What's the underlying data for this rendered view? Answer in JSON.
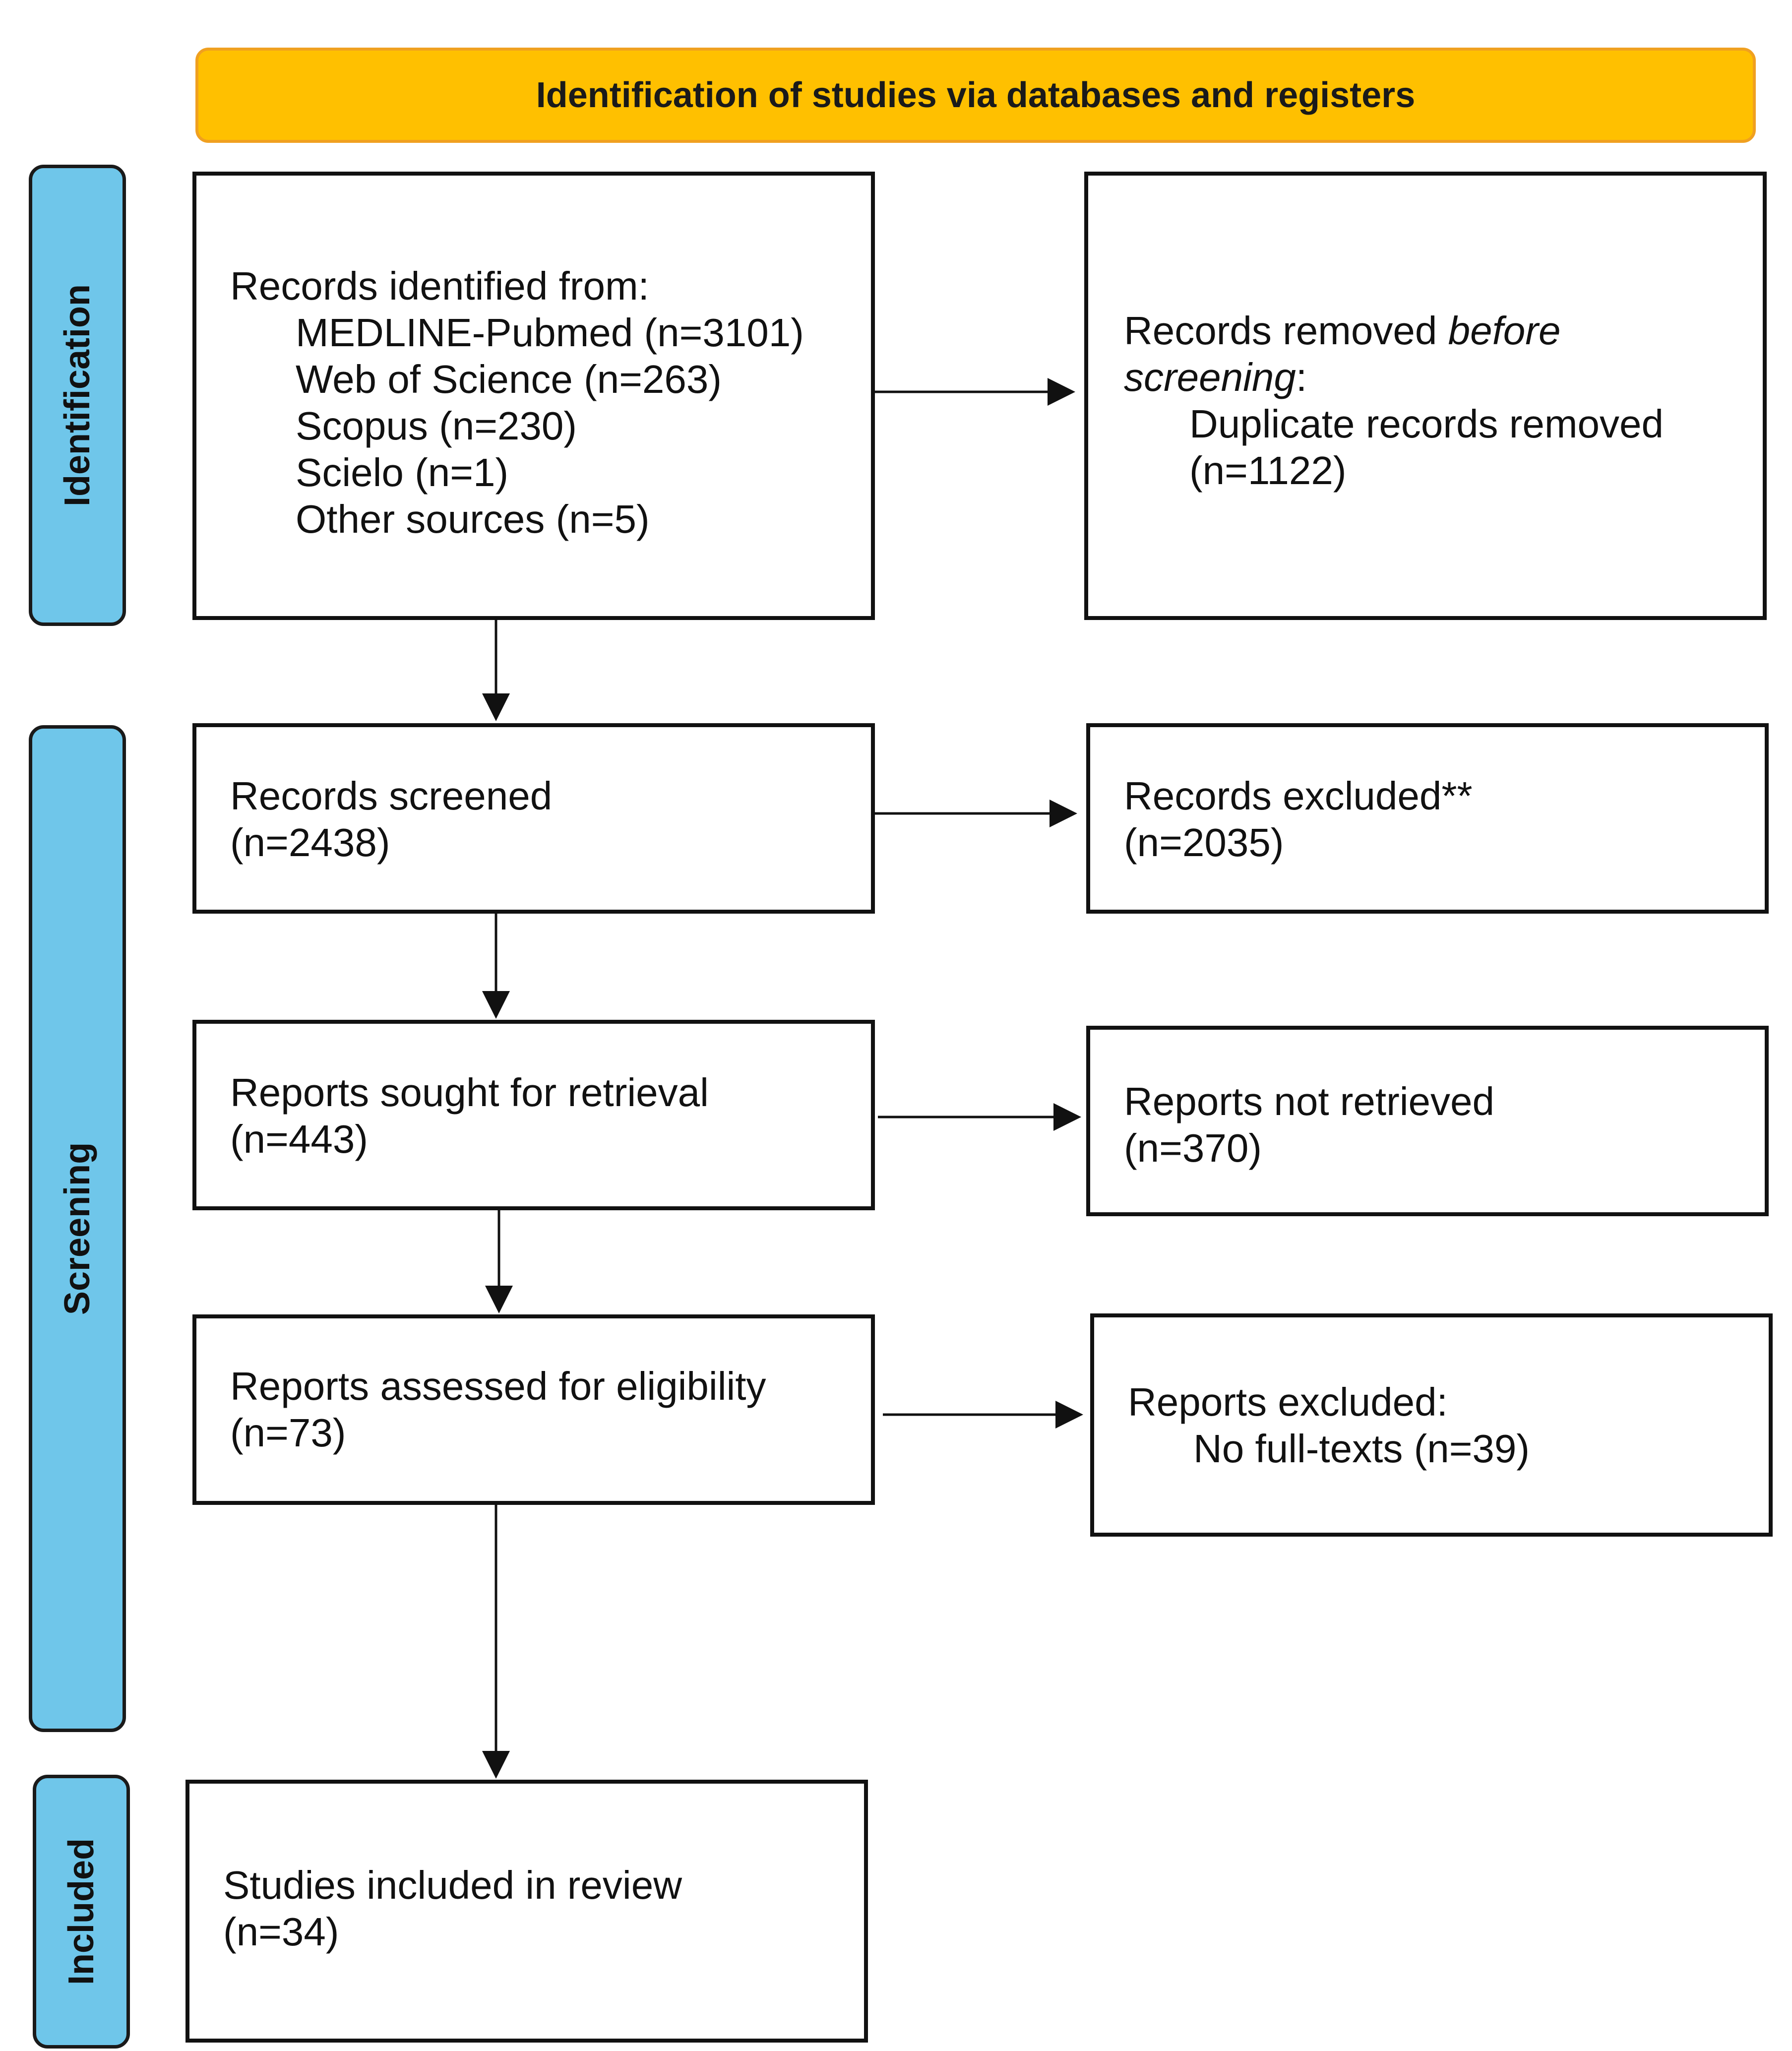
{
  "header": {
    "title": "Identification of studies via databases and registers"
  },
  "phases": {
    "identification": "Identification",
    "screening": "Screening",
    "included": "Included"
  },
  "boxes": {
    "records_identified": {
      "title": "Records identified from:",
      "sources": [
        "MEDLINE-Pubmed (n=3101)",
        "Web of Science (n=263)",
        "Scopus (n=230)",
        "Scielo (n=1)",
        "Other sources (n=5)"
      ]
    },
    "records_removed": {
      "title_prefix": "Records removed ",
      "title_emphasis": "before",
      "line2_emphasis": "screening",
      "line2_suffix": ":",
      "detail": "Duplicate records removed",
      "count": "(n=1122)"
    },
    "records_screened": {
      "title": "Records screened",
      "count": "(n=2438)"
    },
    "records_excluded": {
      "title": "Records excluded**",
      "count": "(n=2035)"
    },
    "reports_sought": {
      "title": "Reports sought for retrieval",
      "count": "(n=443)"
    },
    "reports_not_retrieved": {
      "title": "Reports not retrieved",
      "count": "(n=370)"
    },
    "reports_assessed": {
      "title": "Reports assessed for eligibility",
      "count": "(n=73)"
    },
    "reports_excluded": {
      "title": "Reports excluded:",
      "detail": "No full-texts (n=39)"
    },
    "studies_included": {
      "title": "Studies included in review",
      "count": "(n=34)"
    }
  }
}
